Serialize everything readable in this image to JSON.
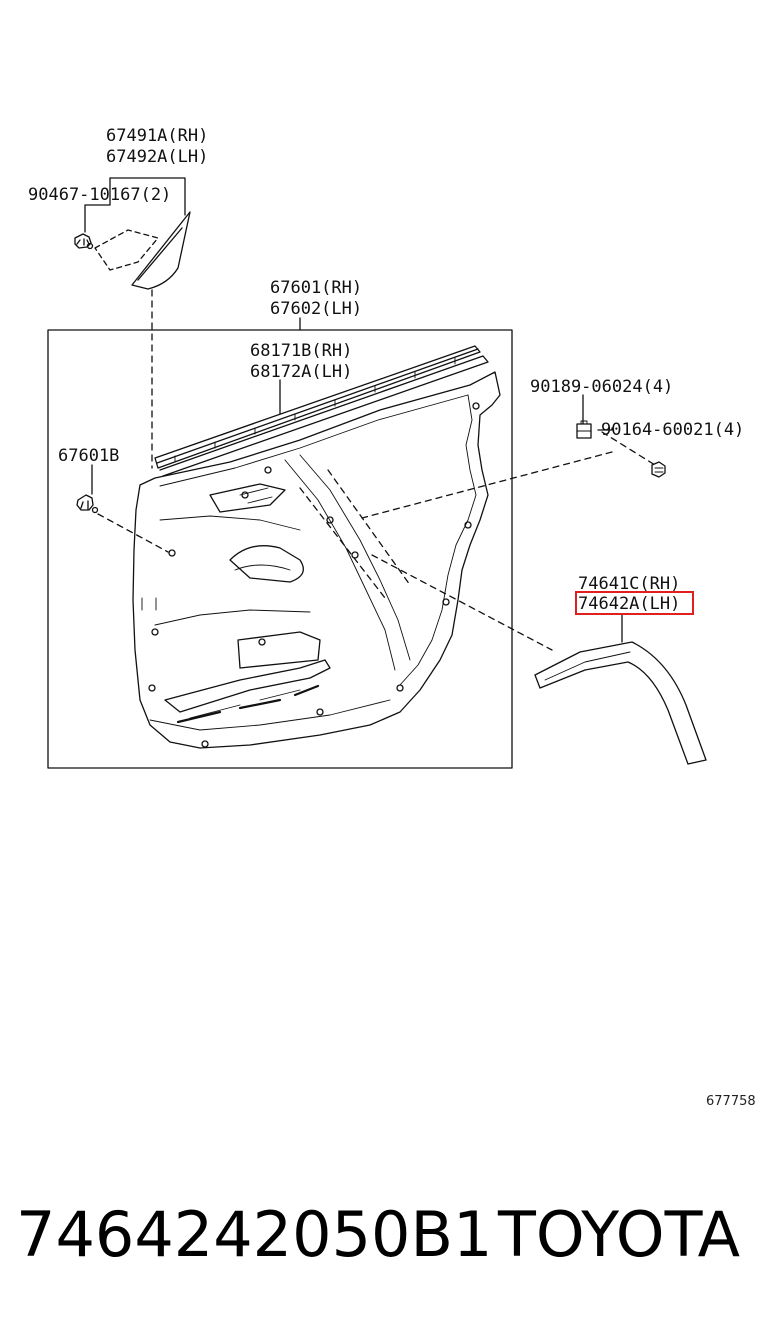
{
  "labels": {
    "l67491A": "67491A(RH)",
    "l67492A": "67492A(LH)",
    "l90467": "90467-10167(2)",
    "l67601": "67601(RH)",
    "l67602": "67602(LH)",
    "l68171B": "68171B(RH)",
    "l68172A": "68172A(LH)",
    "l67601B": "67601B",
    "l90189": "90189-06024(4)",
    "l90164": "90164-60021(4)",
    "l74641C": "74641C(RH)",
    "l74642A": "74642A(LH)"
  },
  "highlight": {
    "label": "74642A(LH)",
    "color": "#e02020"
  },
  "diagram_ref": "677758",
  "footer": {
    "part_number": "7464242050B1",
    "brand": "TOYOTA"
  }
}
